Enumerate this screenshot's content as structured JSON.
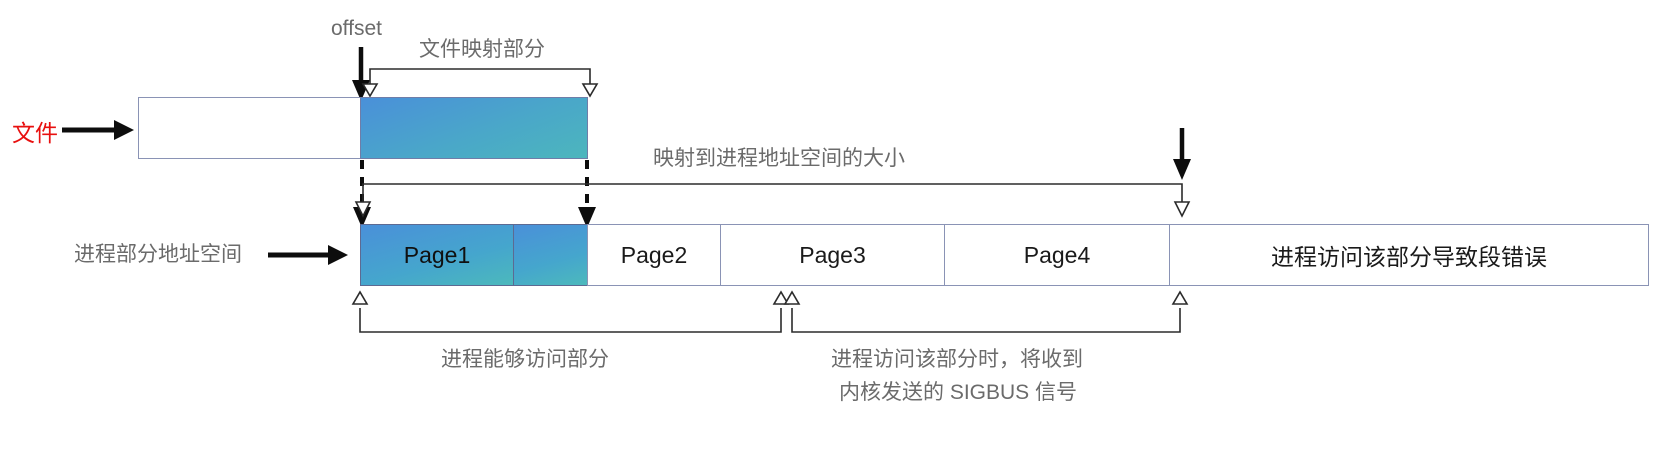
{
  "diagram": {
    "title_hidden": "mmap file mapping vs process address space",
    "labels": {
      "file": "文件",
      "offset": "offset",
      "file_mapped_part": "文件映射部分",
      "mapped_size": "映射到进程地址空间的大小",
      "process_addr_space": "进程部分地址空间",
      "accessible_part": "进程能够访问部分",
      "sigbus_line1": "进程访问该部分时，将收到",
      "sigbus_line2": "内核发送的 SIGBUS 信号",
      "segfault": "进程访问该部分导致段错误"
    },
    "file_bar": {
      "unmapped_label": "",
      "mapped_label": ""
    },
    "pages": [
      {
        "label": "Page1",
        "mapped": true
      },
      {
        "label": "",
        "mapped": true
      },
      {
        "label": "Page2",
        "mapped": false
      },
      {
        "label": "Page3",
        "mapped": false
      },
      {
        "label": "Page4",
        "mapped": false
      },
      {
        "label": "进程访问该部分导致段错误",
        "mapped": false
      }
    ],
    "colors": {
      "accent_blue": "#4a90d9",
      "accent_teal": "#4cb6bd",
      "box_border": "#8a93b5",
      "label_gray": "#6b6b6b",
      "file_label_red": "#e8100f",
      "line_black": "#2b2b2b"
    }
  }
}
